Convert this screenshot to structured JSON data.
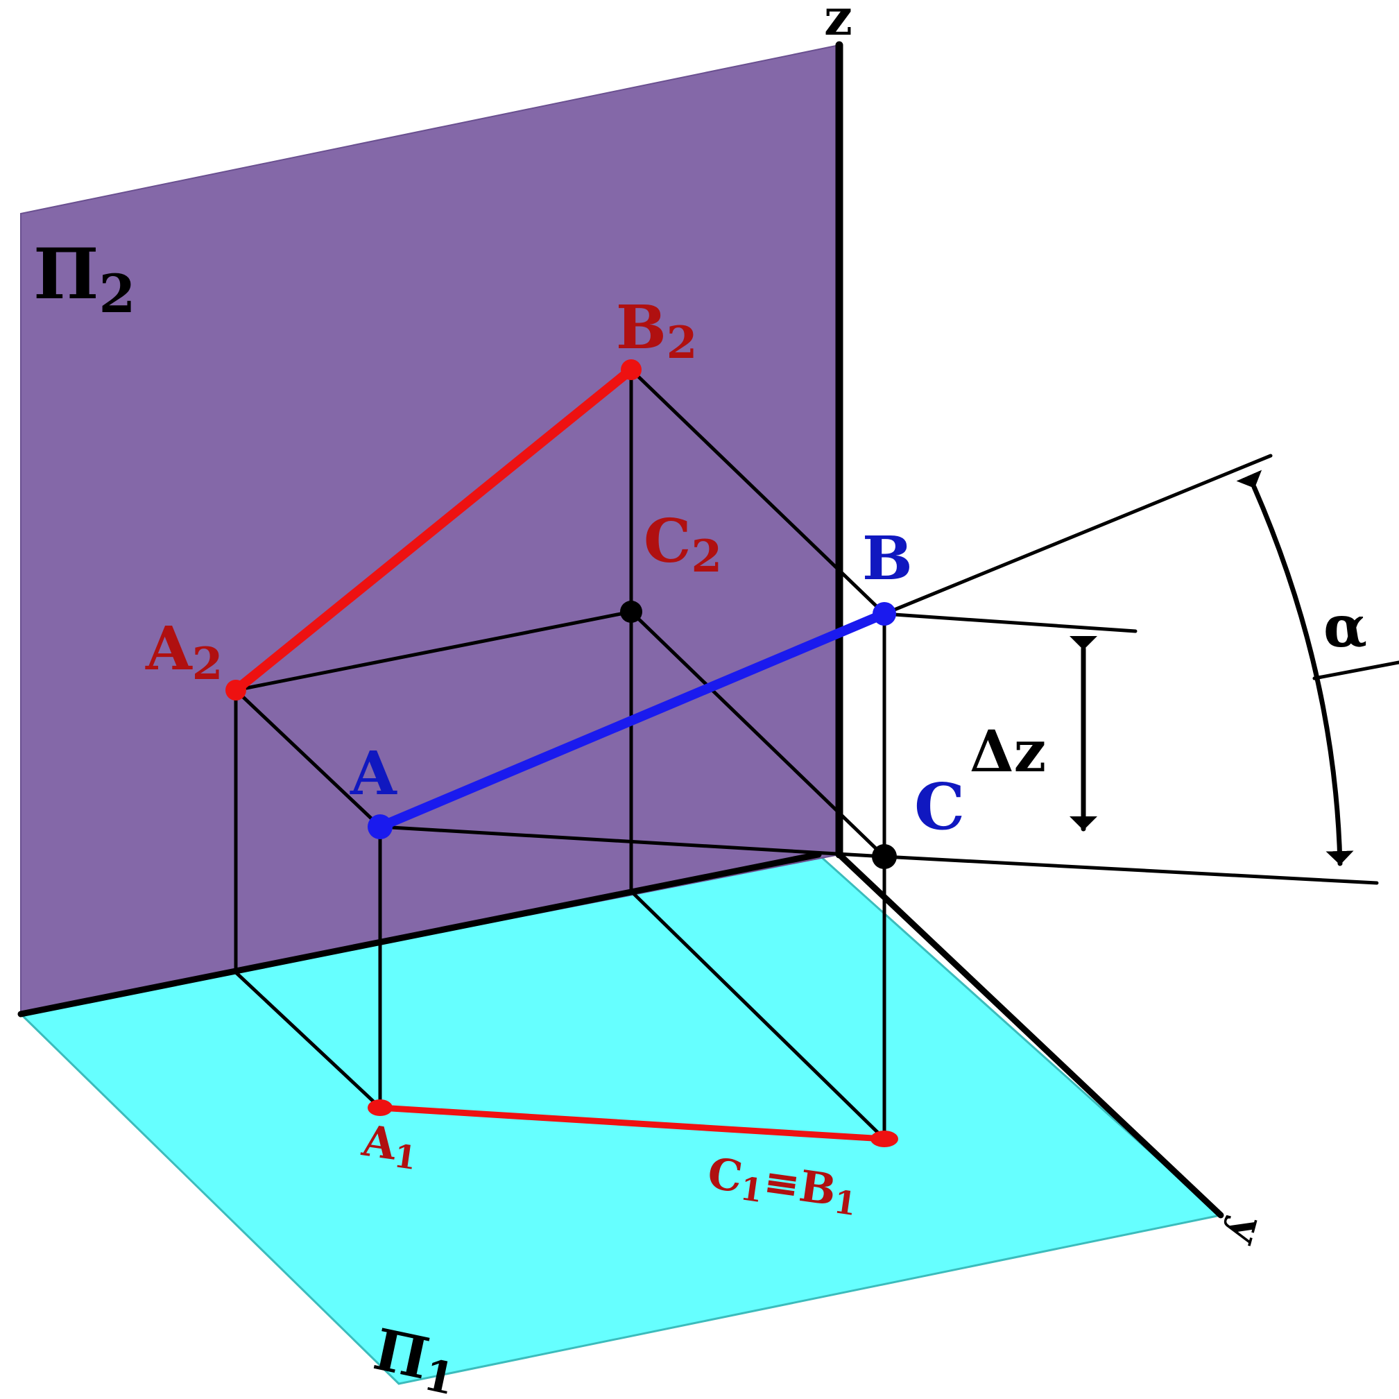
{
  "planes": {
    "frontal": {
      "label_main": "Π",
      "label_sub": "2",
      "color": "#8468a8"
    },
    "horizontal": {
      "label_main": "Π",
      "label_sub": "1",
      "color": "#66ffff"
    }
  },
  "axes": {
    "z_label": "z",
    "y_label": "y"
  },
  "points": {
    "A": {
      "label": "A",
      "color": "#1a1aee"
    },
    "B": {
      "label": "B",
      "color": "#1a1aee"
    },
    "C": {
      "label": "C",
      "color": "#1a1aee"
    },
    "A2": {
      "label_main": "A",
      "label_sub": "2"
    },
    "B2": {
      "label_main": "B",
      "label_sub": "2"
    },
    "C2": {
      "label_main": "C",
      "label_sub": "2"
    },
    "A1": {
      "label_main": "A",
      "label_sub": "1"
    },
    "C1B1": {
      "label_c": "C",
      "label_c_sub": "1",
      "label_eq": "≡",
      "label_b": "B",
      "label_b_sub": "1"
    }
  },
  "annotations": {
    "delta_z": "Δz",
    "alpha": "α"
  },
  "colors": {
    "projection": "#ee1111",
    "segment": "#1a1aee",
    "frame": "#000000",
    "label_red": "#b01010",
    "label_blue": "#1018c0"
  }
}
